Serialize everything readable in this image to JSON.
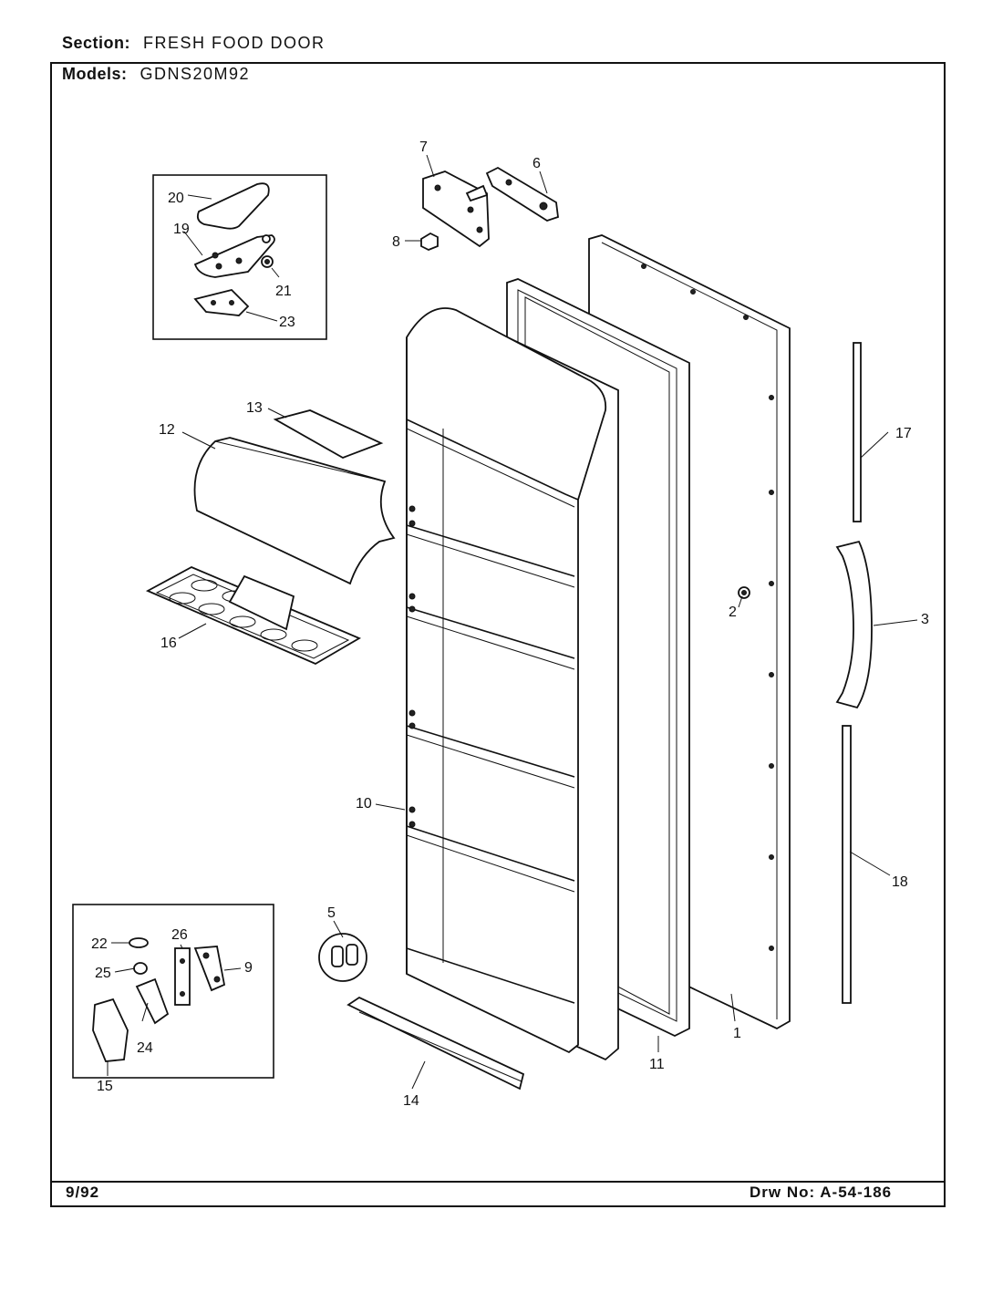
{
  "header": {
    "section_label": "Section:",
    "section_value": "FRESH FOOD DOOR",
    "models_label": "Models:",
    "models_value": "GDNS20M92"
  },
  "footer": {
    "date": "9/92",
    "drawing_number": "Drw No: A-54-186"
  },
  "callouts": [
    "1",
    "2",
    "3",
    "5",
    "6",
    "7",
    "8",
    "9",
    "10",
    "11",
    "12",
    "13",
    "14",
    "15",
    "16",
    "17",
    "18",
    "19",
    "20",
    "21",
    "22",
    "23",
    "24",
    "25",
    "26"
  ]
}
